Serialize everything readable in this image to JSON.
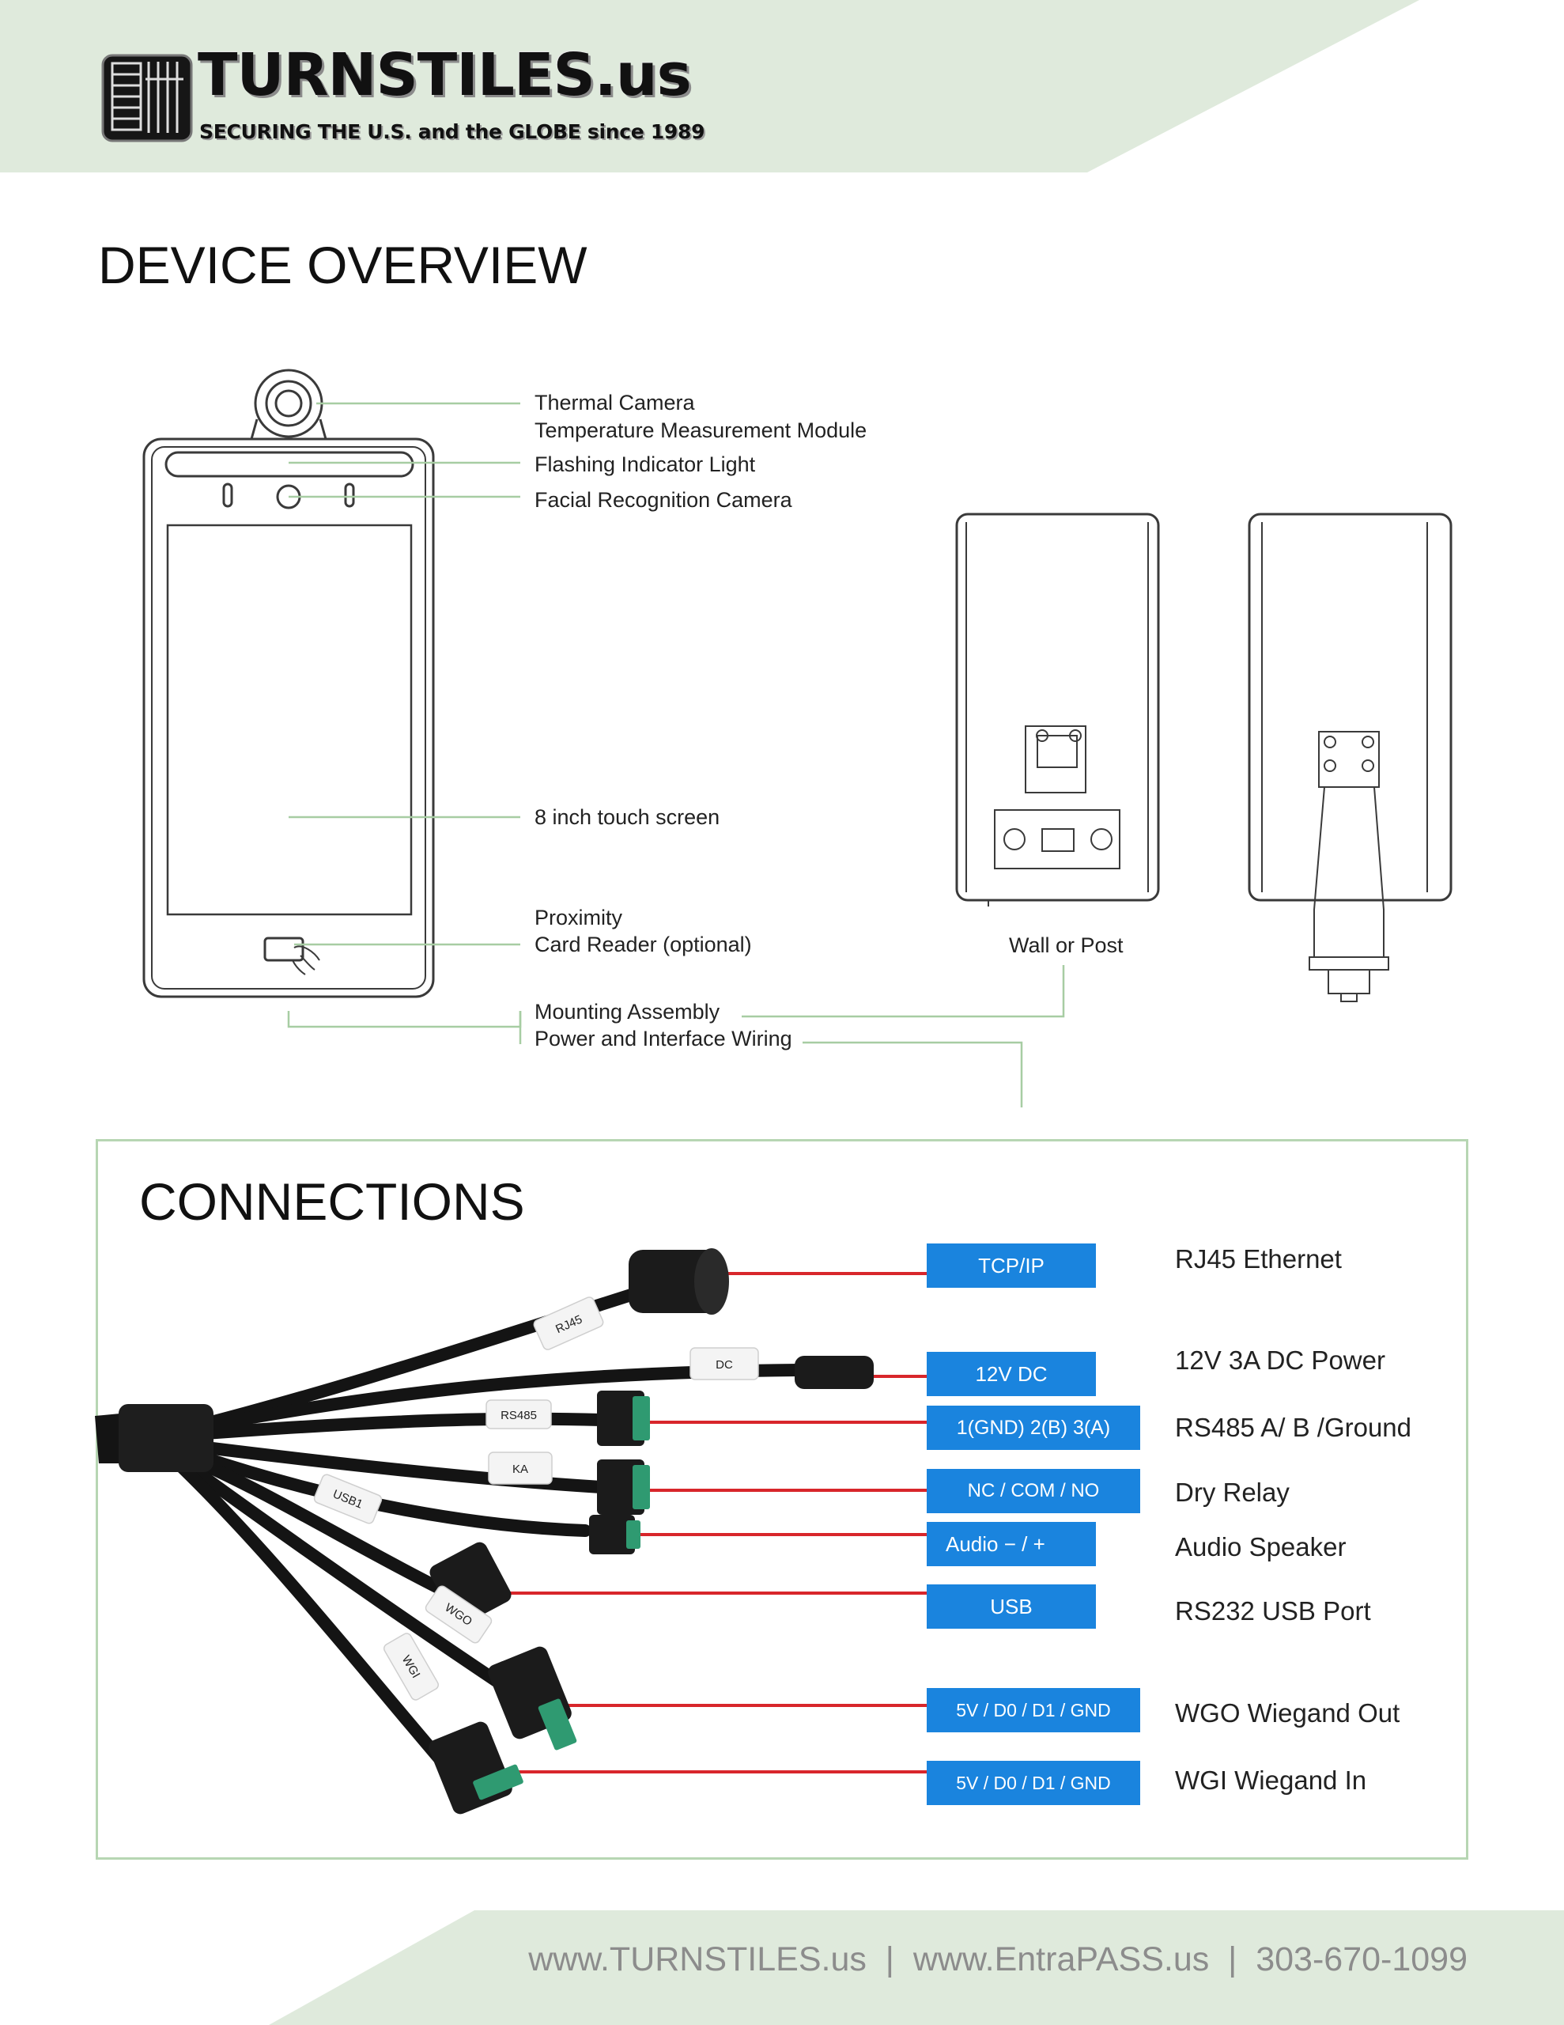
{
  "header": {
    "brand": "TURNSTILES.us",
    "tagline": "SECURING THE U.S. and the GLOBE since 1989"
  },
  "device_overview": {
    "title": "DEVICE OVERVIEW",
    "callouts": {
      "thermal_1": "Thermal Camera",
      "thermal_2": "Temperature Measurement Module",
      "flashing": "Flashing Indicator Light",
      "facial": "Facial Recognition Camera",
      "screen": "8 inch touch screen",
      "prox_1": "Proximity",
      "prox_2": "Card Reader (optional)",
      "mount_1": "Mounting Assembly",
      "mount_2": "Power and Interface Wiring",
      "wall": "Wall or Post"
    }
  },
  "connections": {
    "title": "CONNECTIONS",
    "cable_tags": [
      "RJ45",
      "DC",
      "RS485",
      "KA",
      "USB1",
      "WGO",
      "WGI"
    ],
    "items": [
      {
        "pill": "TCP/IP",
        "label": "RJ45  Ethernet"
      },
      {
        "pill": "12V DC",
        "label": "12V 3A DC  Power"
      },
      {
        "pill": "1(GND)  2(B)  3(A)",
        "label": "RS485  A/ B /Ground"
      },
      {
        "pill": "NC  /  COM  /  NO",
        "label": "Dry Relay"
      },
      {
        "pill": "Audio  −  /  +",
        "label": "Audio Speaker"
      },
      {
        "pill": "USB",
        "label": "RS232 USB Port"
      },
      {
        "pill": "5V  /  D0  /  D1  /  GND",
        "label": "WGO  Wiegand Out"
      },
      {
        "pill": "5V  /  D0  /  D1  /  GND",
        "label": "WGI  Wiegand In"
      }
    ]
  },
  "footer": {
    "text": "www.TURNSTILES.us  |  www.EntraPASS.us  |  303-670-1099"
  },
  "colors": {
    "band_green": "#dfeadc",
    "pill_blue": "#1a84de",
    "wire_red": "#d8262b",
    "leader_green": "#a7cda3",
    "frame_green": "#b7d6b3"
  }
}
